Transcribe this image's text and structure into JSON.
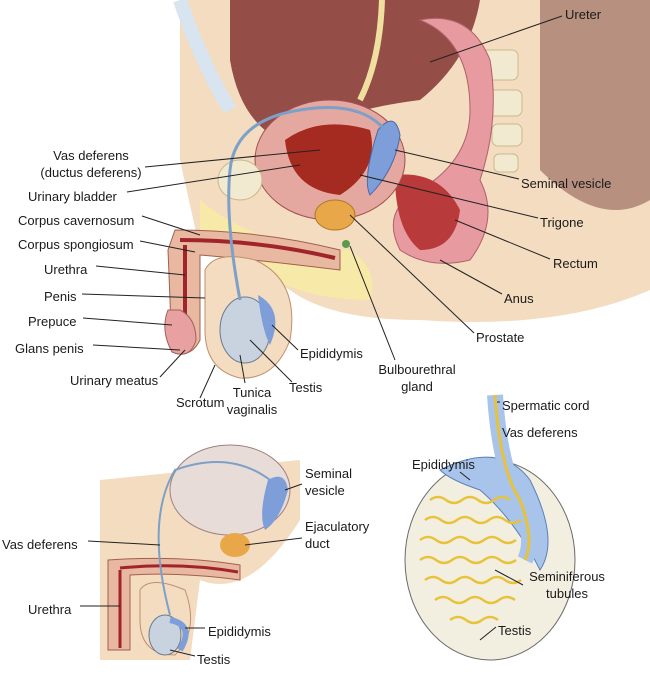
{
  "colors": {
    "skin": "#f3dcc0",
    "fat": "#f7e9a8",
    "muscle": "#d98b7e",
    "bladder": "#b83a2a",
    "vesicle": "#7d9ed8",
    "bone": "#f2ead0",
    "rectum": "#e79aa0",
    "dark": "#8a3e3a",
    "urethra": "#a0242a",
    "tubule": "#e8c23a",
    "testis": "#c9d3df"
  },
  "main": {
    "ureter": "Ureter",
    "vas_deferens_1": "Vas deferens",
    "vas_deferens_2": "(ductus deferens)",
    "urinary_bladder": "Urinary bladder",
    "corpus_cavernosum": "Corpus cavernosum",
    "corpus_spongiosum": "Corpus spongiosum",
    "urethra": "Urethra",
    "penis": "Penis",
    "prepuce": "Prepuce",
    "glans_penis": "Glans penis",
    "urinary_meatus": "Urinary meatus",
    "scrotum": "Scrotum",
    "tunica_1": "Tunica",
    "tunica_2": "vaginalis",
    "testis": "Testis",
    "epididymis": "Epididymis",
    "bulbo_1": "Bulbourethral",
    "bulbo_2": "gland",
    "prostate": "Prostate",
    "anus": "Anus",
    "rectum": "Rectum",
    "trigone": "Trigone",
    "seminal_vesicle": "Seminal vesicle"
  },
  "pathway": {
    "seminal_1": "Seminal",
    "seminal_2": "vesicle",
    "ejac_1": "Ejaculatory",
    "ejac_2": "duct",
    "vas_deferens": "Vas deferens",
    "urethra": "Urethra",
    "epididymis": "Epididymis",
    "testis": "Testis"
  },
  "testis_detail": {
    "spermatic_cord": "Spermatic cord",
    "vas_deferens": "Vas deferens",
    "epididymis": "Epididymis",
    "tubules_1": "Seminiferous",
    "tubules_2": "tubules",
    "testis": "Testis"
  }
}
